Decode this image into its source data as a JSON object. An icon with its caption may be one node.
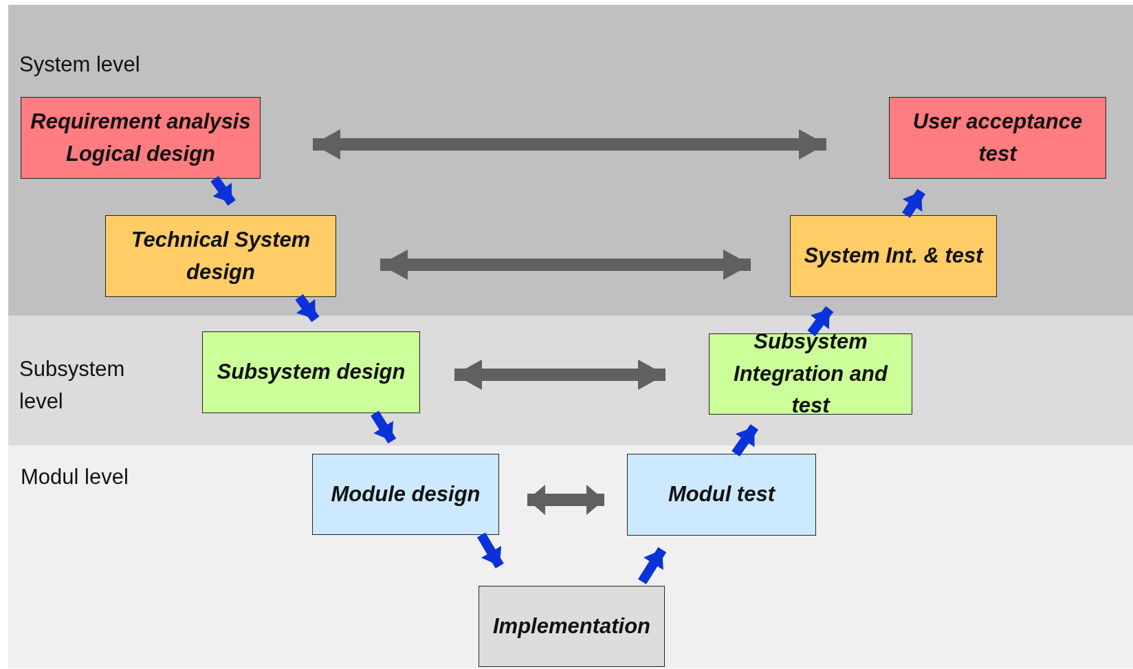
{
  "diagram": {
    "nodes": [
      {
        "text": [
          "System level"
        ]
      },
      {
        "text": [
          "Requirement analysis Logical design"
        ],
        "in": 0
      },
      {
        "text": [
          "Technical System design"
        ],
        "in": 0
      },
      {
        "text": [
          "System Int. & test"
        ],
        "in": 0
      },
      {
        "text": [
          "User acceptance test"
        ],
        "in": 0
      },
      {
        "text": [
          "Subsystem level"
        ]
      },
      {
        "text": [
          "Subsystem design"
        ],
        "in": 5
      },
      {
        "text": [
          "Subsystem Integration and test"
        ],
        "in": 5
      },
      {
        "text": [
          "Modul level"
        ]
      },
      {
        "text": [
          "Module design"
        ],
        "in": 8
      },
      {
        "text": [
          "Modul test"
        ],
        "in": 8
      },
      {
        "text": [
          "Implementation"
        ],
        "in": 8
      }
    ],
    "edges": [
      {
        "from": 1,
        "to": 2,
        "arrow": "to",
        "color": "#0a32d8"
      },
      {
        "from": 2,
        "to": 6,
        "arrow": "to",
        "color": "#0a32d8"
      },
      {
        "from": 6,
        "to": 9,
        "arrow": "to",
        "color": "#0a32d8"
      },
      {
        "from": 9,
        "to": 11,
        "arrow": "to",
        "color": "#0a32d8"
      },
      {
        "from": 11,
        "to": 10,
        "arrow": "to",
        "color": "#0a32d8"
      },
      {
        "from": 10,
        "to": 7,
        "arrow": "to",
        "color": "#0a32d8"
      },
      {
        "from": 7,
        "to": 3,
        "arrow": "to",
        "color": "#0a32d8"
      },
      {
        "from": 3,
        "to": 4,
        "arrow": "to",
        "color": "#0a32d8"
      },
      {
        "from": 1,
        "to": 4,
        "arrow": "both",
        "color": "#606060"
      },
      {
        "from": 2,
        "to": 3,
        "arrow": "both",
        "color": "#606060"
      },
      {
        "from": 6,
        "to": 7,
        "arrow": "both",
        "color": "#606060"
      },
      {
        "from": 9,
        "to": 10,
        "arrow": "both",
        "color": "#606060"
      }
    ]
  }
}
